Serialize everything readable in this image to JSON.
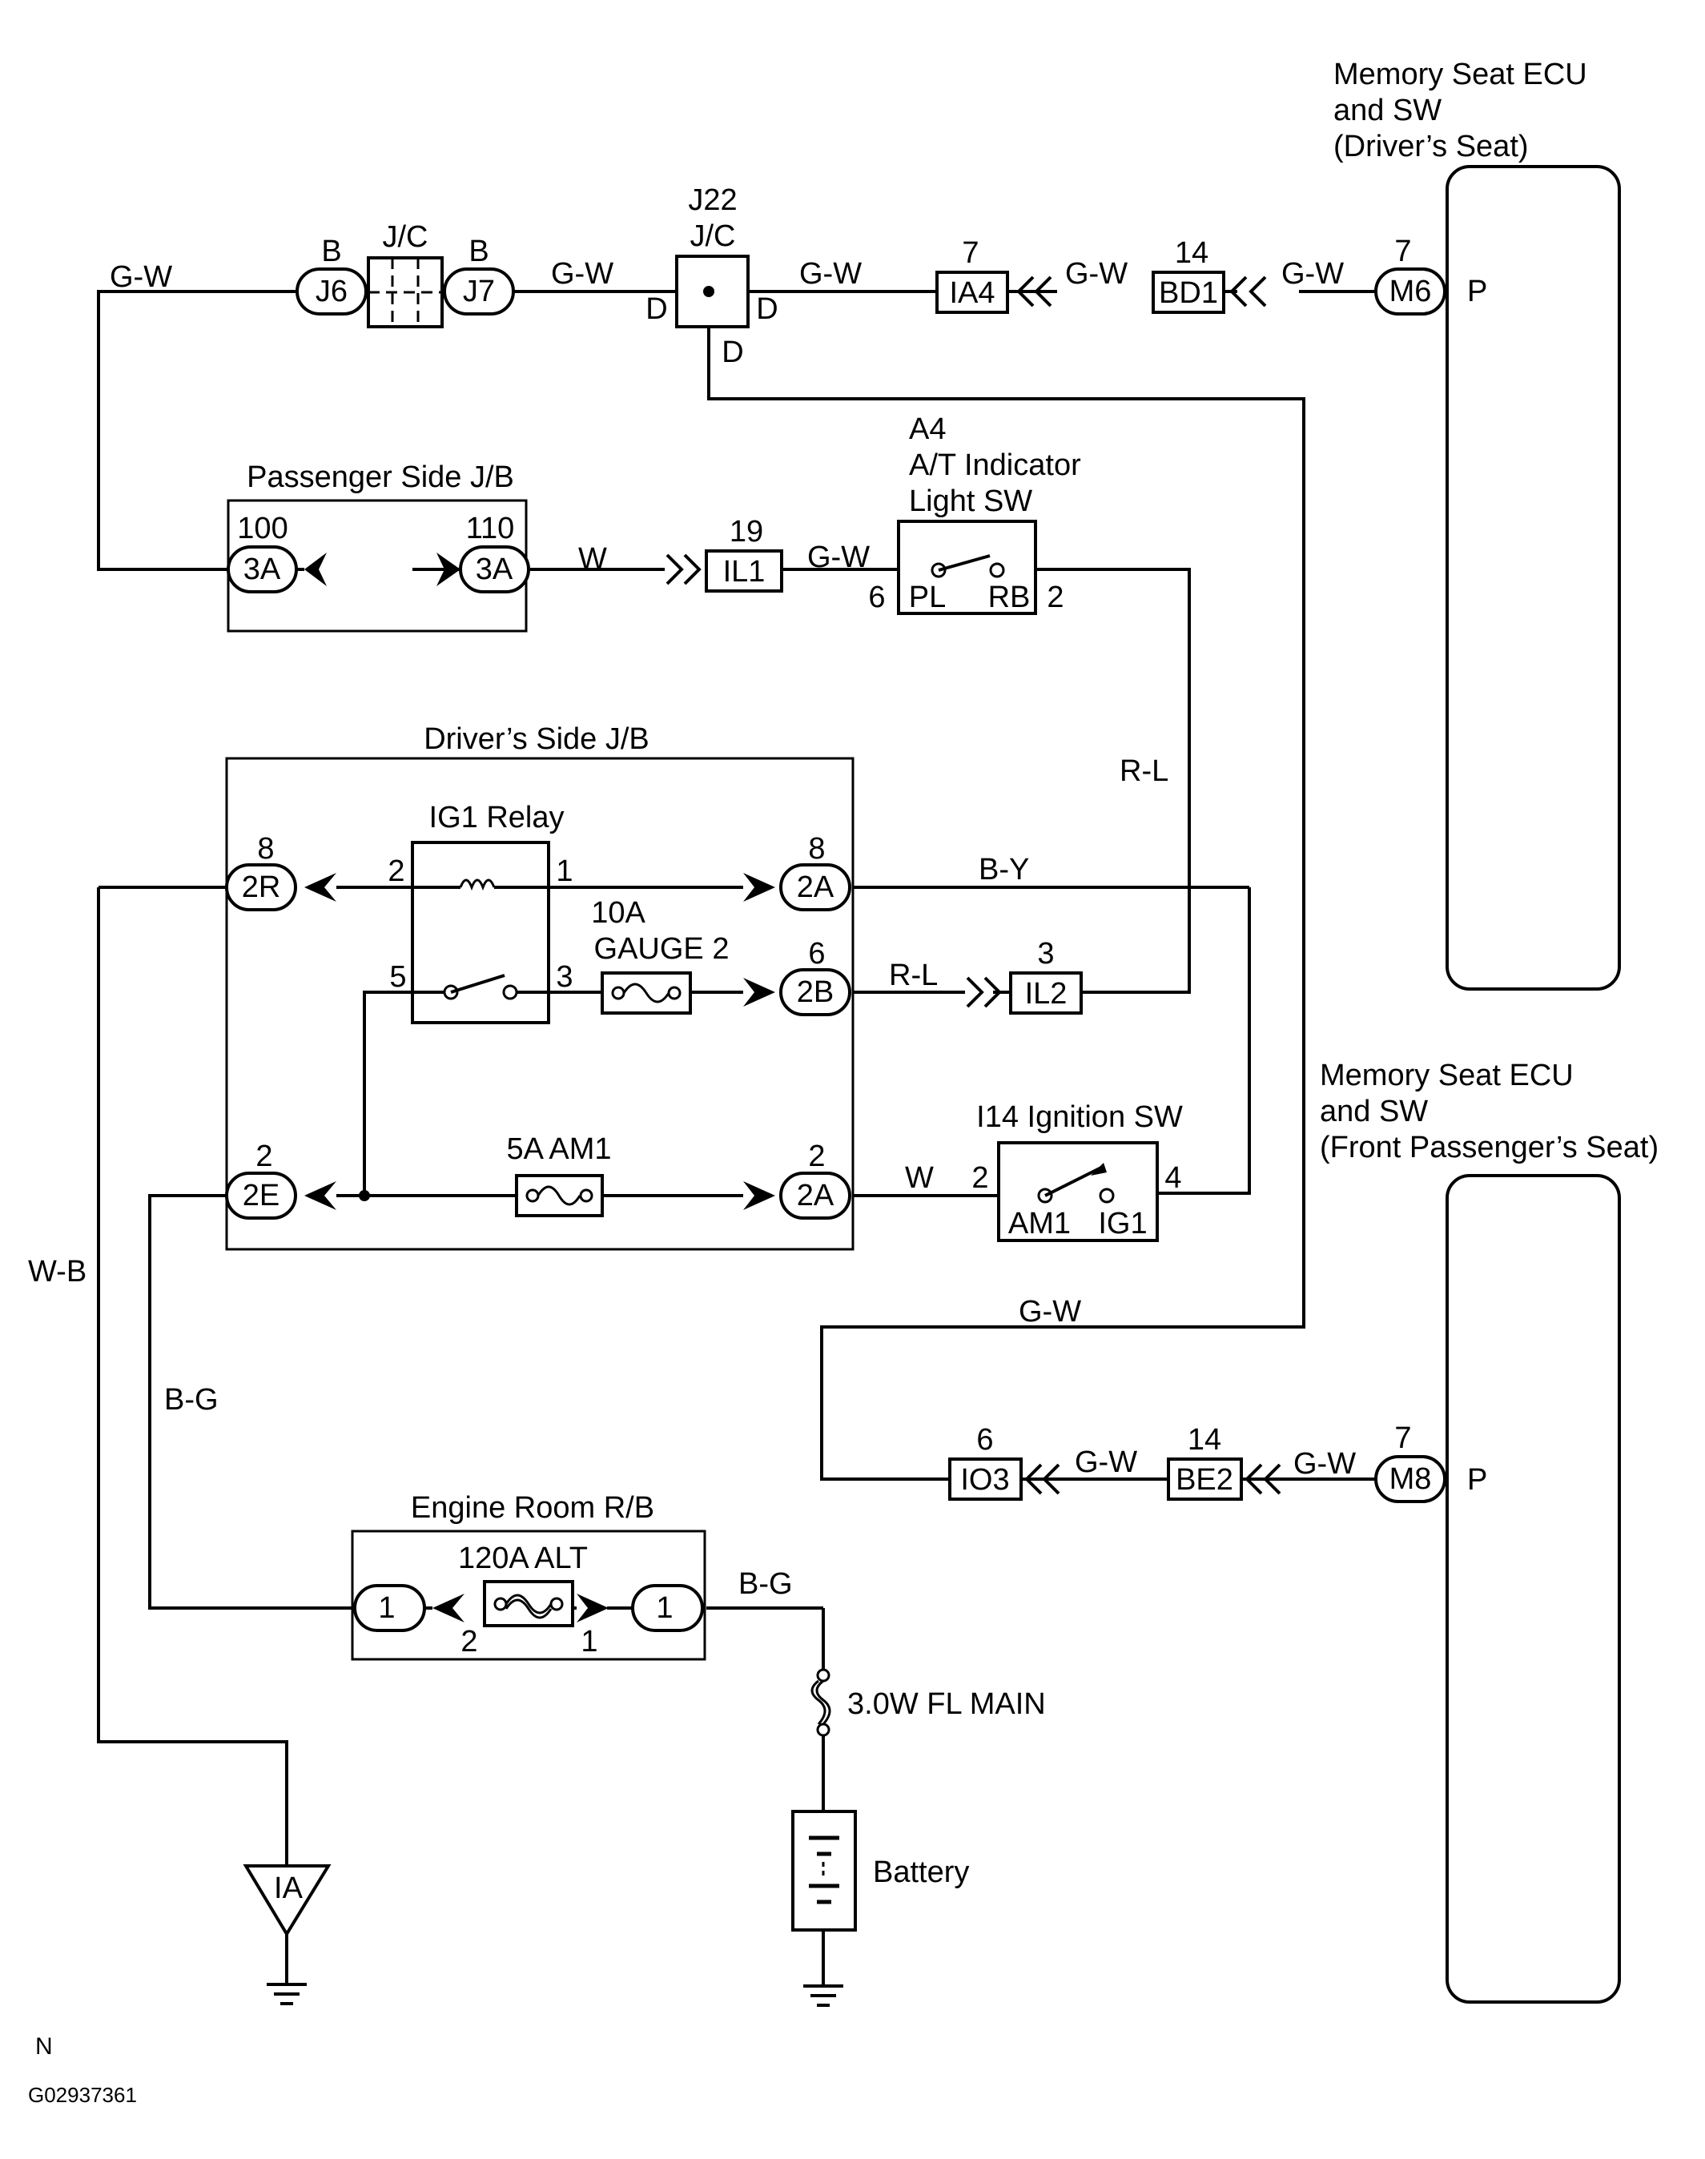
{
  "ecu_driver": {
    "title_lines": [
      "Memory Seat ECU",
      "and SW",
      "(Driver’s Seat)"
    ],
    "pin": "P"
  },
  "ecu_passenger": {
    "title_lines": [
      "Memory Seat ECU",
      "and SW",
      "(Front Passenger’s Seat)"
    ],
    "pin": "P"
  },
  "wire_colors": {
    "top_left": "G-W",
    "top_j7_j22": "G-W",
    "top_j22_ia4": "G-W",
    "top_ia4_bd1": "G-W",
    "top_bd1_m6": "G-W",
    "w_to_il1": "W",
    "il1_to_a4": "G-W",
    "r_l_right": "R-L",
    "b_y": "B-Y",
    "r_l_2b": "R-L",
    "w_to_i14": "W",
    "w_b": "W-B",
    "b_g_left": "B-G",
    "g_w_mid": "G-W",
    "io3_be2": "G-W",
    "be2_m8": "G-W",
    "b_g_right": "B-G"
  },
  "connectors": {
    "j6": {
      "label": "J6",
      "pin": "B"
    },
    "j7": {
      "label": "J7",
      "pin": "B"
    },
    "jc_small": {
      "label": "J/C"
    },
    "j22": {
      "label_lines": [
        "J22",
        "J/C"
      ],
      "pins": [
        "D",
        "D",
        "D"
      ]
    },
    "ia4": {
      "label": "IA4",
      "pin": "7"
    },
    "bd1": {
      "label": "BD1",
      "pin": "14"
    },
    "m6": {
      "label": "M6",
      "pin": "7"
    },
    "il1": {
      "label": "IL1",
      "pin": "19"
    },
    "il2": {
      "label": "IL2",
      "pin": "3"
    },
    "io3": {
      "label": "IO3",
      "pin": "6"
    },
    "be2": {
      "label": "BE2",
      "pin": "14"
    },
    "m8": {
      "label": "M8",
      "pin": "7"
    }
  },
  "passenger_jb": {
    "title": "Passenger Side J/B",
    "left": {
      "label": "3A",
      "pin": "100"
    },
    "right": {
      "label": "3A",
      "pin": "110"
    }
  },
  "a4_switch": {
    "title_lines": [
      "A4",
      "A/T Indicator",
      "Light SW"
    ],
    "term_left": "PL",
    "term_right": "RB",
    "pin_left": "6",
    "pin_right": "2"
  },
  "driver_jb": {
    "title": "Driver’s Side J/B",
    "relay": {
      "title": "IG1 Relay",
      "pins": [
        "2",
        "1",
        "5",
        "3"
      ]
    },
    "fuse_gauge": {
      "lines": [
        "10A",
        "GAUGE 2"
      ]
    },
    "fuse_am1": {
      "label": "5A AM1"
    },
    "conn_2r": {
      "label": "2R",
      "pin": "8"
    },
    "conn_2a_top": {
      "label": "2A",
      "pin": "8"
    },
    "conn_2b": {
      "label": "2B",
      "pin": "6"
    },
    "conn_2e": {
      "label": "2E",
      "pin": "2"
    },
    "conn_2a_bot": {
      "label": "2A",
      "pin": "2"
    }
  },
  "ignition_sw": {
    "title": "I14 Ignition SW",
    "term_left": "AM1",
    "term_right": "IG1",
    "pin_left": "2",
    "pin_right": "4"
  },
  "engine_rb": {
    "title": "Engine Room R/B",
    "fuse": "120A ALT",
    "left": {
      "label": "1"
    },
    "right": {
      "label": "1"
    },
    "pin_left": "2",
    "pin_right": "1"
  },
  "fusible_link": {
    "label": "3.0W FL MAIN"
  },
  "battery": {
    "label": "Battery"
  },
  "ground_ia": {
    "label": "IA"
  },
  "footer": {
    "letter": "N",
    "code": "G02937361"
  }
}
